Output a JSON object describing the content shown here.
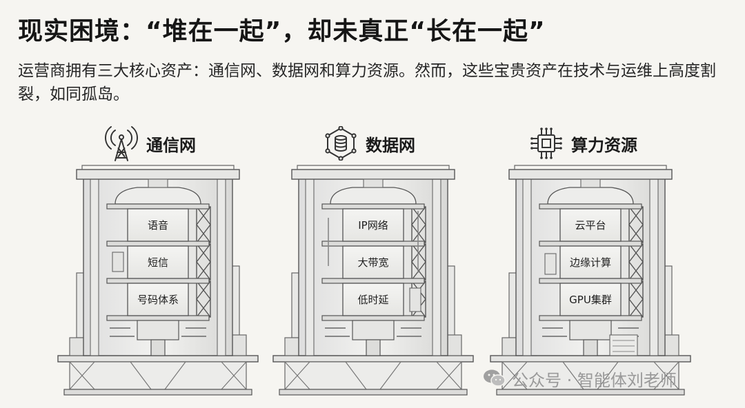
{
  "title": "现实困境：“堆在一起”，却未真正“长在一起”",
  "subtitle": "运营商拥有三大核心资产：通信网、数据网和算力资源。然而，这些宝贵资产在技术与运维上高度割裂，如同孤岛。",
  "columns": [
    {
      "name": "通信网",
      "icon": "radio-tower-icon",
      "layers": [
        "语音",
        "短信",
        "号码体系"
      ]
    },
    {
      "name": "数据网",
      "icon": "database-network-icon",
      "layers": [
        "IP网络",
        "大带宽",
        "低时延"
      ]
    },
    {
      "name": "算力资源",
      "icon": "cpu-chip-icon",
      "layers": [
        "云平台",
        "边缘计算",
        "GPU集群"
      ]
    }
  ],
  "watermark": {
    "icon": "wechat-icon",
    "text": "公众号 · 智能体刘老师"
  }
}
